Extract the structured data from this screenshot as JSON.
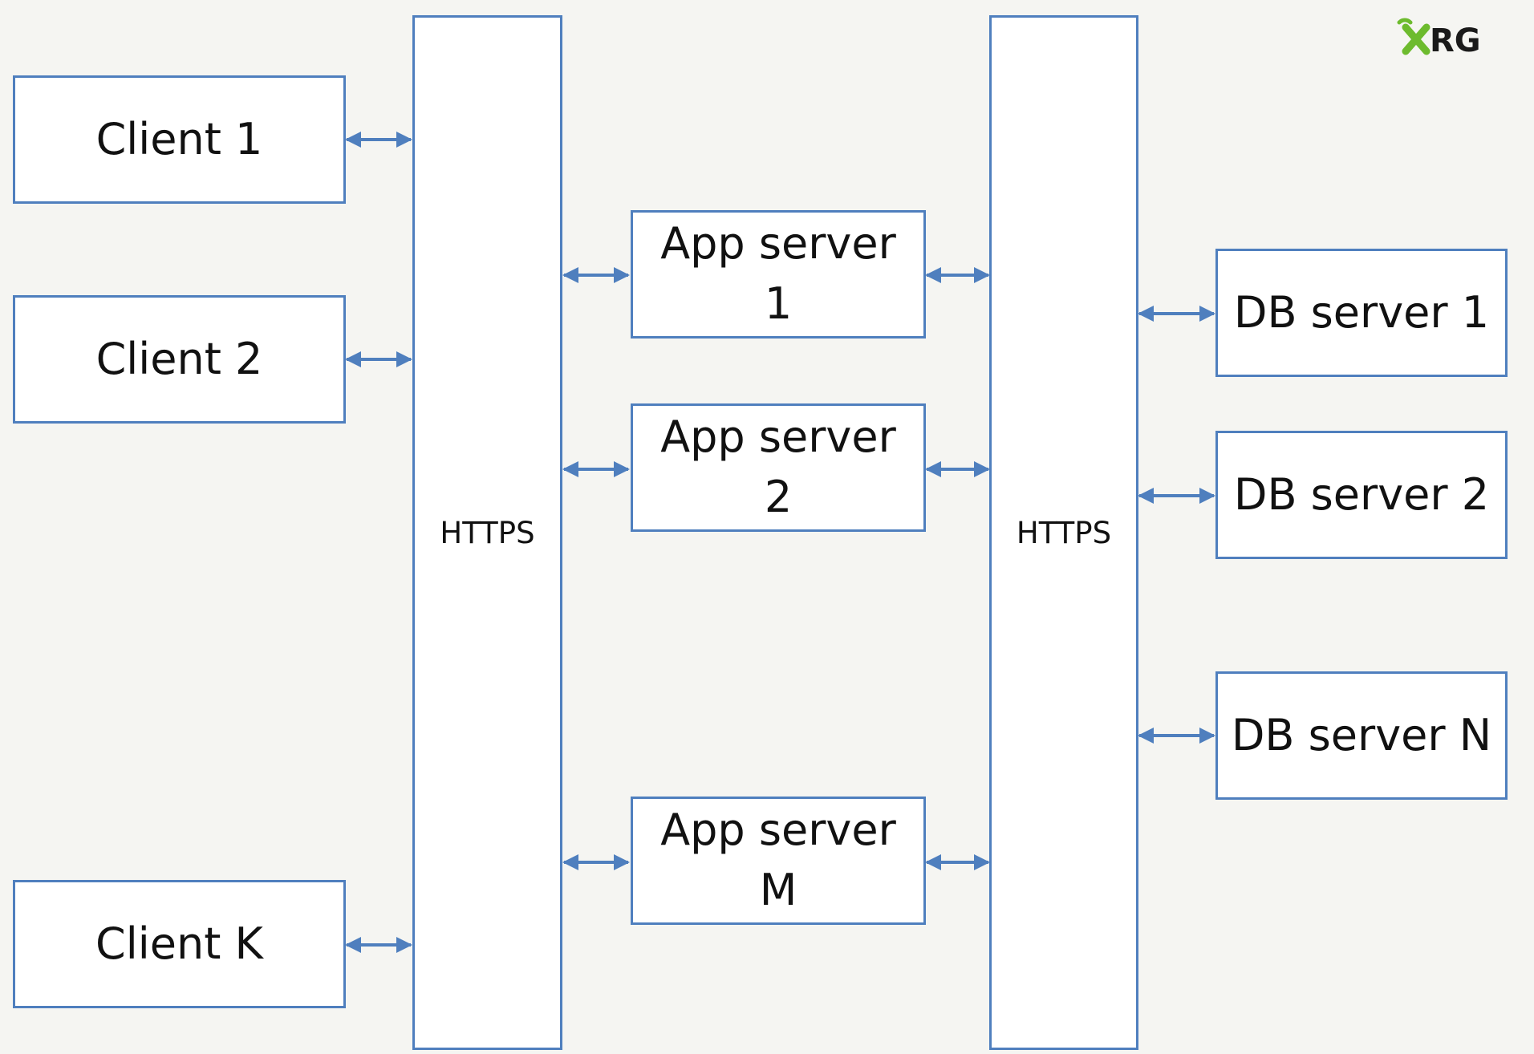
{
  "logo": {
    "text": "XRG",
    "accent_color": "#6dbb2e",
    "dark_color": "#1a1a1a"
  },
  "colors": {
    "line": "#4f7fbe",
    "box_fill": "#ffffff",
    "background": "#f5f5f2"
  },
  "bus_left": {
    "label": "HTTPS"
  },
  "bus_right": {
    "label": "HTTPS"
  },
  "clients": [
    {
      "label": "Client 1"
    },
    {
      "label": "Client 2"
    },
    {
      "label": "Client K"
    }
  ],
  "app_servers": [
    {
      "line1": "App server",
      "line2": "1"
    },
    {
      "line1": "App server",
      "line2": "2"
    },
    {
      "line1": "App server",
      "line2": "M"
    }
  ],
  "db_servers": [
    {
      "label": "DB server 1"
    },
    {
      "label": "DB server 2"
    },
    {
      "label": "DB server N"
    }
  ]
}
